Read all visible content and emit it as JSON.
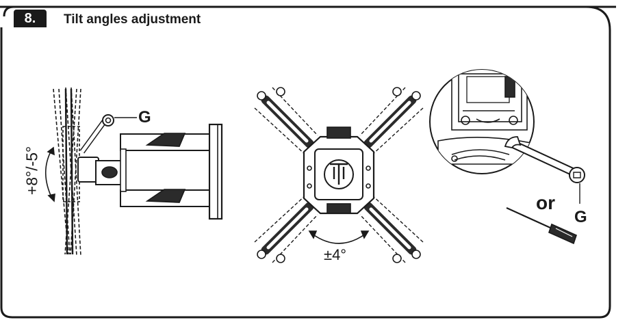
{
  "step": {
    "number": "8.",
    "title": "Tilt angles adjustment"
  },
  "labels": {
    "g_top": "G",
    "g_bottom": "G",
    "or": "or",
    "tilt_angle": "+8°/-5°",
    "swivel_angle": "±4°"
  },
  "colors": {
    "line": "#1a1a1a",
    "badge": "#1a1a1a",
    "fill_dark": "#2b2b2b",
    "fill_light": "#ffffff"
  },
  "icons": [
    "wrench-icon",
    "screwdriver-icon",
    "tilt-arrow-icon",
    "rotation-arrow-icon"
  ]
}
